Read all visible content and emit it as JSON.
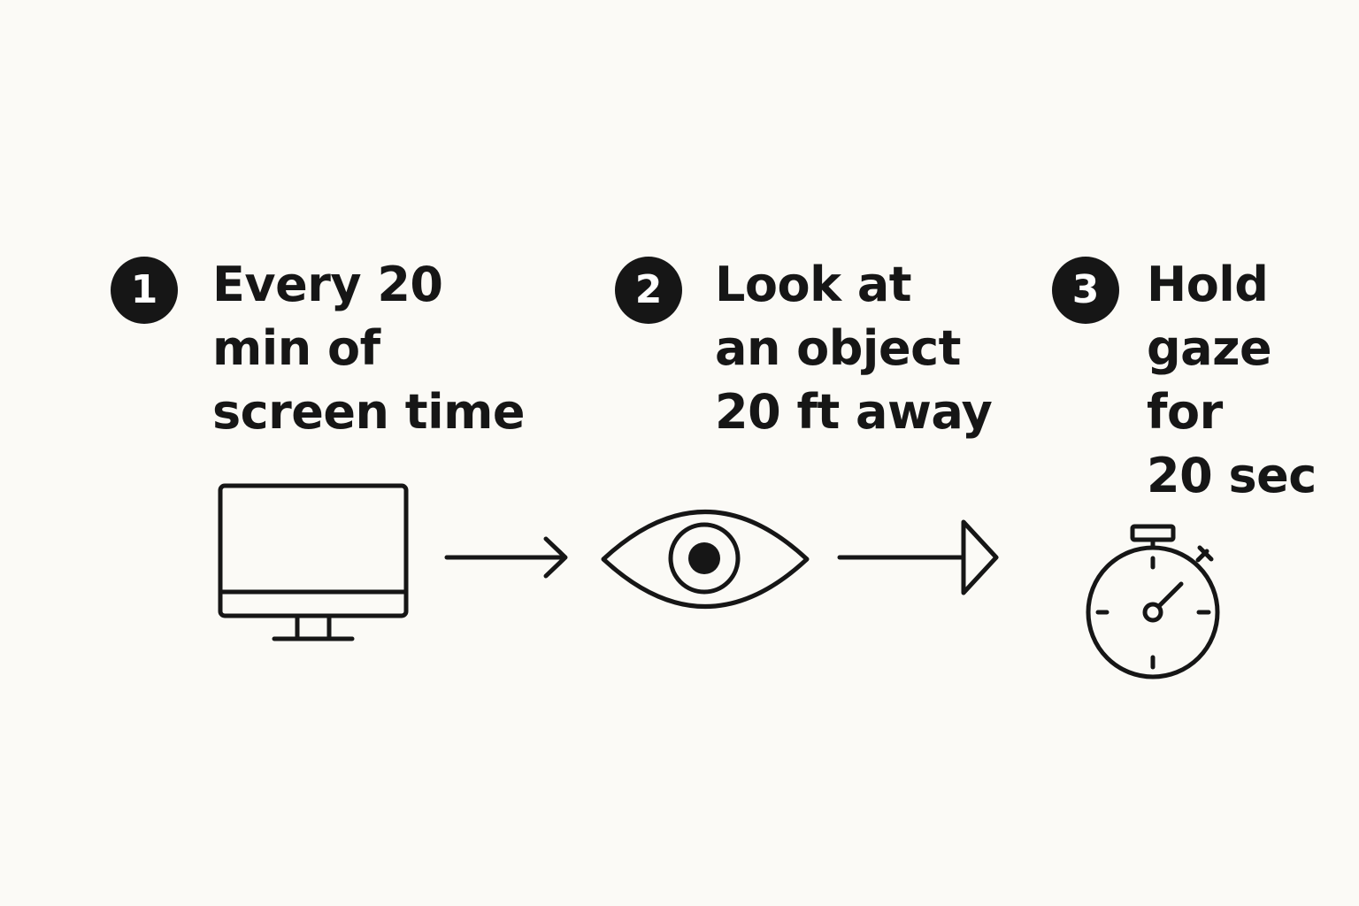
{
  "steps": [
    {
      "number": "1",
      "lines": [
        "Every 20",
        "min of",
        "screen time"
      ],
      "icon": "monitor-icon"
    },
    {
      "number": "2",
      "lines": [
        "Look at",
        "an object",
        "20 ft away"
      ],
      "icon": "eye-icon"
    },
    {
      "number": "3",
      "lines": [
        "Hold",
        "gaze",
        "for",
        "20 sec"
      ],
      "icon": "stopwatch-icon"
    }
  ],
  "connectors": [
    "arrow-right-icon",
    "arrow-right-triangle-icon"
  ],
  "colors": {
    "background": "#fbfaf6",
    "ink": "#161616",
    "badge_text": "#ffffff"
  }
}
